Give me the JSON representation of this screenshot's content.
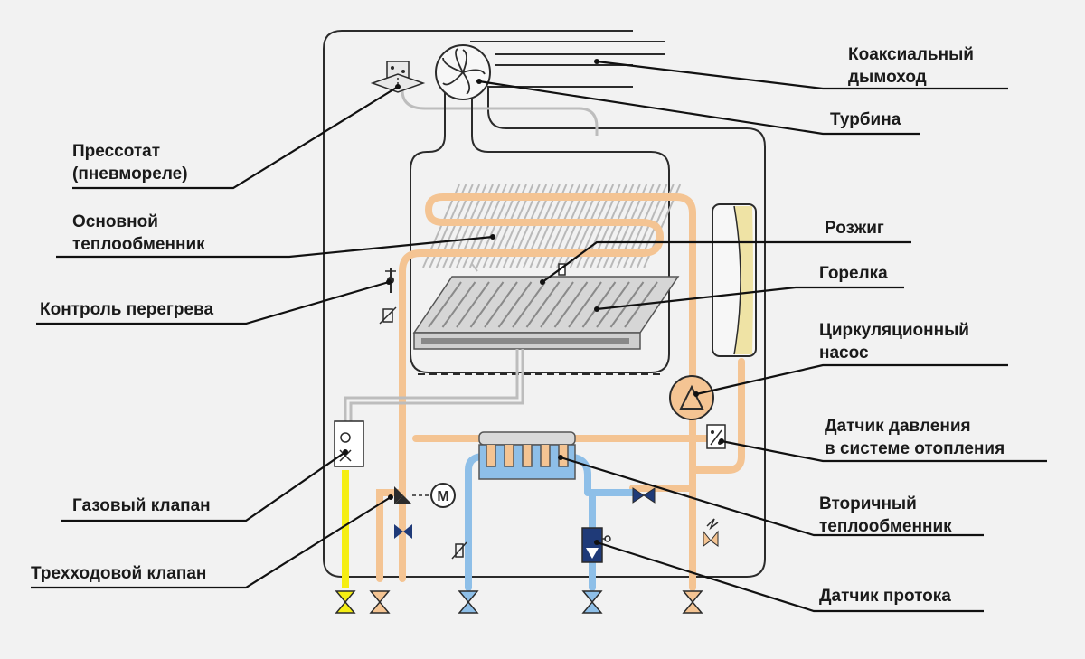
{
  "colors": {
    "background": "#f2f2f2",
    "outline": "#2b2b2b",
    "hot_pipe": "#f4c493",
    "cold_pipe": "#8ebfe8",
    "gas_pipe": "#f5ee14",
    "expansion_tank": "#efe3a5",
    "grey_line": "#bdbdbd",
    "label_text": "#1a1a1a"
  },
  "labels": {
    "coaxial_flue_line1": "Коаксиальный",
    "coaxial_flue_line2": "дымоход",
    "turbine": "Турбина",
    "pressostat_line1": "Прессотат",
    "pressostat_line2": "(пневмореле)",
    "main_hx_line1": "Основной",
    "main_hx_line2": "теплообменник",
    "ignition": "Розжиг",
    "burner": "Горелка",
    "overheat_control": "Контроль перегрева",
    "circ_pump_line1": "Циркуляционный",
    "circ_pump_line2": "насос",
    "pressure_sensor_line1": "Датчик давления",
    "pressure_sensor_line2": "в системе отопления",
    "gas_valve": "Газовый клапан",
    "secondary_hx_line1": "Вторичный",
    "secondary_hx_line2": "теплообменник",
    "three_way_valve": "Трехходовой клапан",
    "flow_sensor": "Датчик протока"
  },
  "motor_symbol": "M"
}
